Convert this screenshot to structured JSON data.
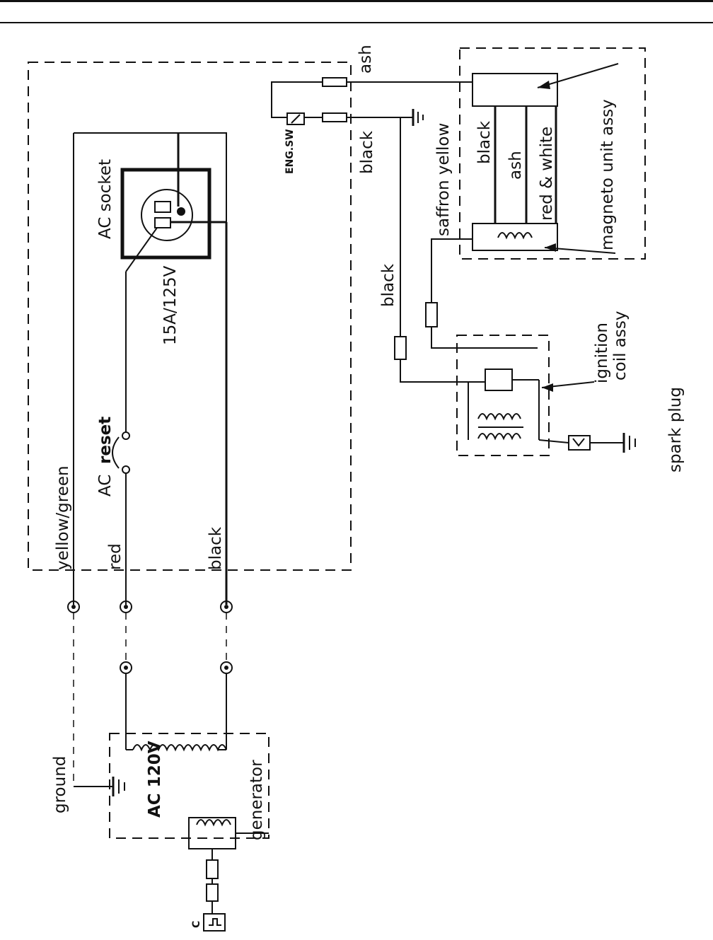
{
  "labels": {
    "yellow_green": "yellow/green",
    "red": "red",
    "black_main": "black",
    "ac_reset_ac": "AC",
    "ac_reset_reset": "reset",
    "ac_socket": "AC socket",
    "rating": "15A/125V",
    "eng_sw": "ENG.SW",
    "black_eng": "black",
    "ash_top": "ash",
    "black_mag": "black",
    "ash_mag": "ash",
    "red_white": "red & white",
    "saffron_yellow": "saffron yellow",
    "magneto_unit": "magneto unit assy",
    "black_coil": "black",
    "ignition": "ignition",
    "coil_assy": "coil assy",
    "spark_plug": "spark plug",
    "ground": "ground",
    "ac_120v": "AC 120V",
    "generator": "generator",
    "c_label": "C"
  }
}
